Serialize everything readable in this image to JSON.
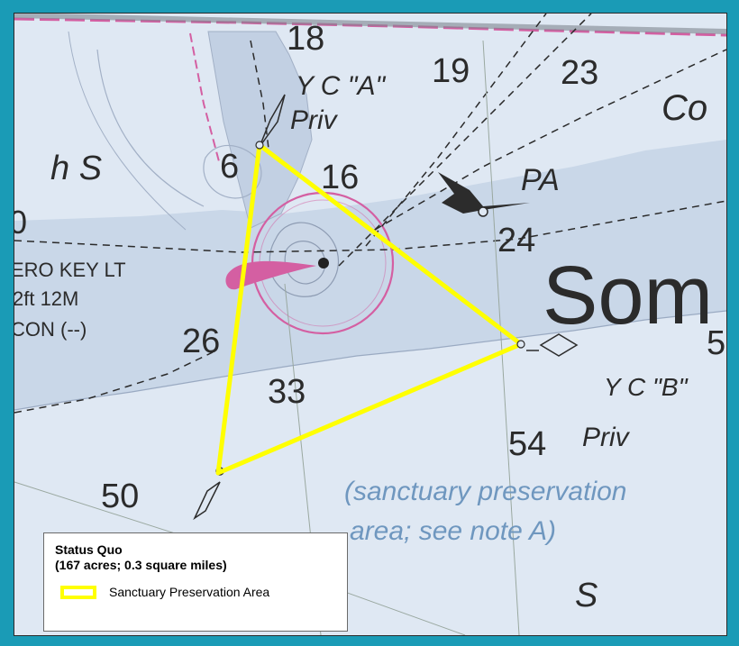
{
  "map": {
    "labels": {
      "d18": "18",
      "d19": "19",
      "d23": "23",
      "d6": "6",
      "d16": "16",
      "d24": "24",
      "d26": "26",
      "d33": "33",
      "d54": "54",
      "d50": "50",
      "d5": "5",
      "d0": "0",
      "yc_a": "Y C \"A\"",
      "priv_a": "Priv",
      "yc_b": "Y C \"B\"",
      "priv_b": "Priv",
      "hs": "h S",
      "co": "Co",
      "pa": "PA",
      "som": "Som",
      "s": "S",
      "light_name": "ERO KEY LT",
      "light_char": "2ft 12M",
      "light_racon": "CON (--)",
      "note_line1": "(sanctuary preservation",
      "note_line2": "area; see note A)"
    },
    "colors": {
      "water": "#dfe8f3",
      "shoal": "#c4d3e5",
      "magenta": "#d45fa2",
      "boundary": "#ffff00"
    }
  },
  "legend": {
    "title_line1": "Status Quo",
    "title_line2": "(167 acres; 0.3 square miles)",
    "entry_label": "Sanctuary Preservation Area"
  }
}
